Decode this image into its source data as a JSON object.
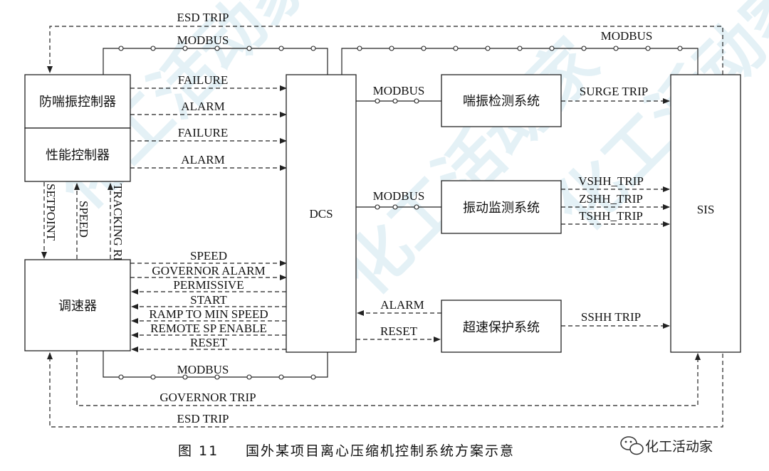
{
  "watermark": "化工活动家",
  "blocks": {
    "antisurge": "防喘振控制器",
    "performance": "性能控制器",
    "governor": "调速器",
    "dcs": "DCS",
    "surge_monitor": "喘振检测系统",
    "vibration": "振动监测系统",
    "overspeed": "超速保护系统",
    "sis": "SIS"
  },
  "signals": {
    "esd_trip_top": "ESD TRIP",
    "modbus_top_left": "MODBUS",
    "modbus_top_right": "MODBUS",
    "failure_1": "FAILURE",
    "alarm_1": "ALARM",
    "failure_2": "FAILURE",
    "alarm_2": "ALARM",
    "setpoint": "SETPOINT",
    "speed_v": "SPEED",
    "tracking_request": "TRACKING REQUST",
    "speed": "SPEED",
    "governor_alarm": "GOVERNOR ALARM",
    "permissive": "PERMISSIVE",
    "start": "START",
    "ramp": "RAMP TO MIN SPEED",
    "remote_sp": "REMOTE SP ENABLE",
    "reset_gov": "RESET",
    "modbus_bottom": "MODBUS",
    "governor_trip": "GOVERNOR TRIP",
    "esd_trip_bottom": "ESD TRIP",
    "modbus_surge": "MODBUS",
    "surge_trip": "SURGE TRIP",
    "modbus_vib": "MODBUS",
    "vshh": "VSHH_TRIP",
    "zshh": "ZSHH_TRIP",
    "tshh": "TSHH_TRIP",
    "alarm_os": "ALARM",
    "reset_os": "RESET",
    "sshh": "SSHH TRIP"
  },
  "caption": {
    "figure_no": "图 11",
    "title": "国外某项目离心压缩机控制系统方案示意"
  },
  "brand": {
    "icon": "wechat-icon",
    "name": "化工活动家"
  }
}
